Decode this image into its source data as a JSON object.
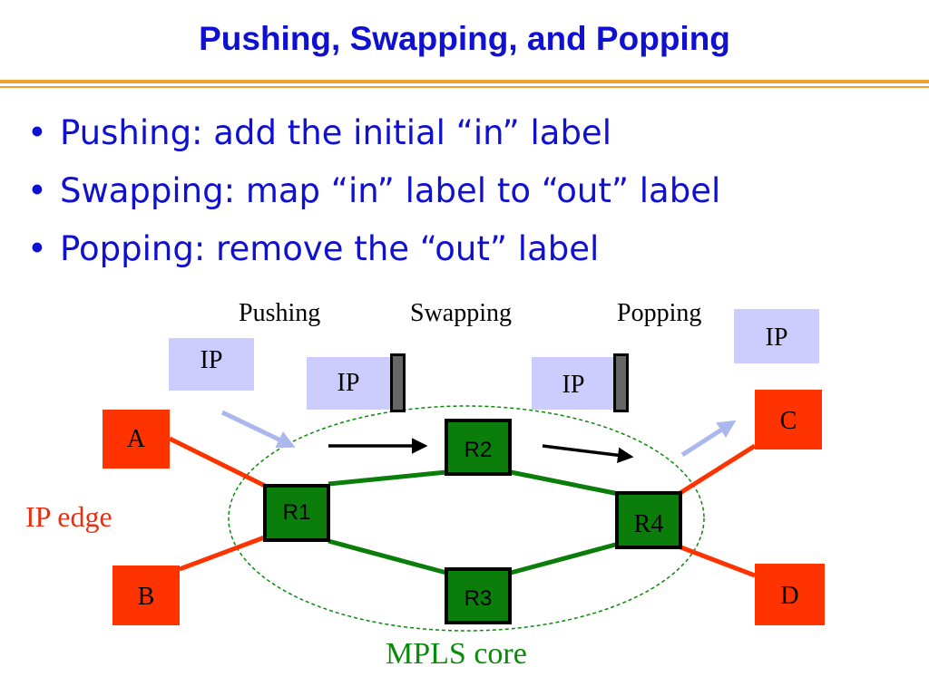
{
  "title": "Pushing, Swapping, and Popping",
  "bullets": [
    {
      "symbol": "•",
      "text": "Pushing: add the initial “in” label"
    },
    {
      "symbol": "•",
      "text": "Swapping: map “in” label to “out” label"
    },
    {
      "symbol": "•",
      "text": "Popping: remove the “out” label"
    }
  ],
  "phases": {
    "pushing": "Pushing",
    "swapping": "Swapping",
    "popping": "Popping"
  },
  "packets": {
    "incoming": "IP",
    "pushed": "IP",
    "swapped": "IP",
    "outgoing": "IP"
  },
  "hosts": {
    "a": "A",
    "b": "B",
    "c": "C",
    "d": "D"
  },
  "routers": {
    "r1": "R1",
    "r2": "R2",
    "r3": "R3",
    "r4": "R4"
  },
  "captions": {
    "edge": "IP edge",
    "core": "MPLS core"
  },
  "colors": {
    "title_text": "#1010d0",
    "rule": "#f0a030",
    "edge_link": "#ff3300",
    "core_link": "#0a7d0a",
    "router_fill": "#0a7d0a",
    "host_fill": "#ff3300",
    "packet_fill": "#ccccff",
    "label_fill": "#666666",
    "edge_caption": "#e83010",
    "core_caption": "#0a8a0a",
    "flow_arrow": "#aab8ee"
  }
}
